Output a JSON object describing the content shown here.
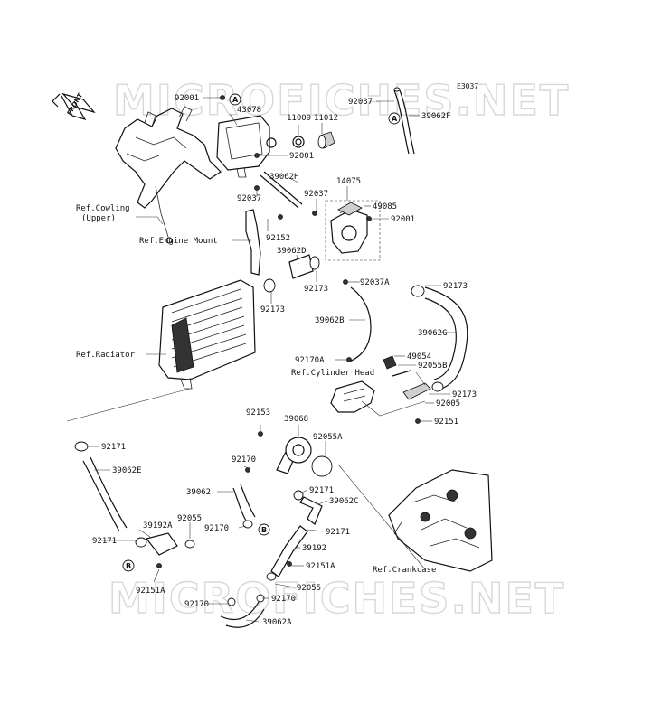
{
  "diagram": {
    "code": "E3037",
    "watermark": "MICROFICHES.NET",
    "front_arrow": "FRONT",
    "callouts": [
      "A",
      "B"
    ],
    "labels": {
      "p92001_top": "92001",
      "p43078": "43078",
      "p11009": "11009",
      "p11012": "11012",
      "p92037_top": "92037",
      "p39062F": "39062F",
      "p92001_mid": "92001",
      "p39062H": "39062H",
      "p92037_mid": "92037",
      "p92037_b": "92037",
      "p14075": "14075",
      "p49085": "49085",
      "p92001_r": "92001",
      "ref_cowling_1": "Ref.Cowling",
      "ref_cowling_2": "(Upper)",
      "ref_engine_mount": "Ref.Engine Mount",
      "p92152": "92152",
      "p39062D": "39062D",
      "p92173_a": "92173",
      "p92037A": "92037A",
      "p92173_b": "92173",
      "p92173_c": "92173",
      "p39062B": "39062B",
      "p39062G": "39062G",
      "ref_radiator": "Ref.Radiator",
      "p92170A": "92170A",
      "p49054": "49054",
      "ref_cyl_head": "Ref.Cylinder Head",
      "p92055B": "92055B",
      "p92173_d": "92173",
      "p92005": "92005",
      "p92151": "92151",
      "p92153": "92153",
      "p39068": "39068",
      "p92055A": "92055A",
      "p92171_a": "92171",
      "p39062E": "39062E",
      "p92170_a": "92170",
      "p39062": "39062",
      "p92171_b": "92171",
      "p39062C": "39062C",
      "p92170_b": "92170",
      "p39192A": "39192A",
      "p92055_a": "92055",
      "p92171_c": "92171",
      "p92171_d": "92171",
      "p39192": "39192",
      "p92151A_a": "92151A",
      "ref_crankcase": "Ref.Crankcase",
      "p92151A_b": "92151A",
      "p92055_b": "92055",
      "p92170_c": "92170",
      "p92170_d": "92170",
      "p39062A": "39062A"
    }
  }
}
